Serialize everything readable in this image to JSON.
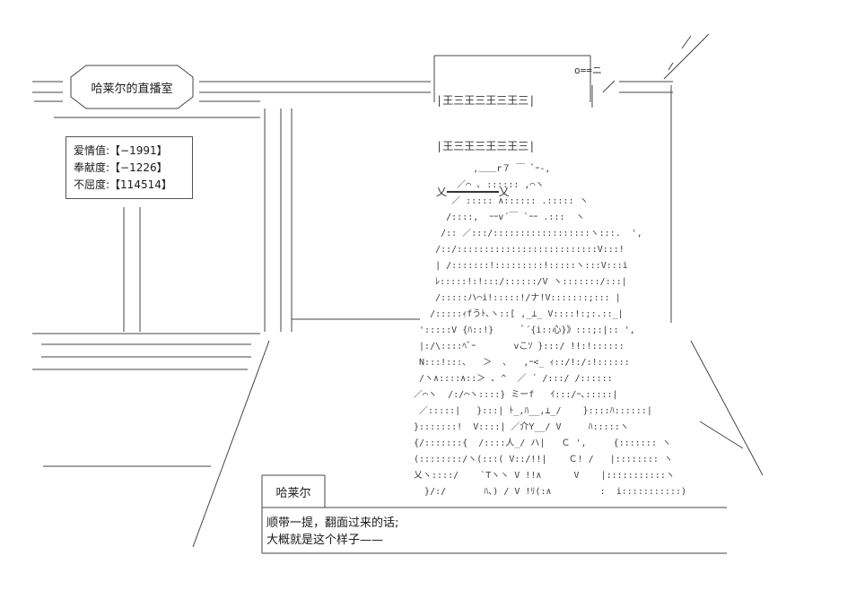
{
  "header": {
    "channel_title": "哈莱尔的直播室"
  },
  "stats": {
    "rows": [
      {
        "label": "爱情值:",
        "value": "【−1991】"
      },
      {
        "label": "奉献度:",
        "value": "【−1226】"
      },
      {
        "label": "不屈度:",
        "value": "【114514】"
      }
    ]
  },
  "dialogue": {
    "speaker": "哈莱尔",
    "lines": [
      "顺带一提，翻面过来的话;",
      "大概就是这个样子——"
    ]
  },
  "sign": {
    "row1": "|王三王三王三王三|",
    "row2": "|王三王三王三王三|",
    "row3": "乂━━━━━━━━乂",
    "side": "o==ニ"
  },
  "art": {
    "char_rows": [
      "            ,＿＿r７ ￣ ﾞｰ-,",
      "         ／⌒ ､ :::::: ,⌒ヽ",
      "        ／ ::::: ∧:::::: .::::: ヽ",
      "       /::::,  ｰｰv´￣ `ｰｰ .:::  ヽ",
      "      /:: ／:::/::::::::::::::::::ヽ:::.  ',",
      "     /::/::::::::::::::::::::::::::V:::!",
      "     | /:::::::!:::::::::!:::::ヽ:::V:::i",
      "     ﾚ:::::!:!:::/::::::/V ヽ:::::::/:::|",
      "     /:::::ハ⌒i!:::::!/ナ!V:::::::;::: |",
      "    /:::::ｨfうﾄ､ヽ::[ ,_⊥_ V::::!:;:.::_|",
      "  ':::::V {ﾊ::!}     ﾞ´{i::心}》:::;:|:: ',",
      "  |:/\\::::ﾍﾞｰ       vこｿ }:::/ !!:!::::::",
      "  N:::!:::､   ＞  ､   ,ｰ<_ ｨ::/!:/:!::::::",
      "  /ヽ∧::::∧::＞ ､ ^  ／ ´ /:::/ /::::::",
      " ／⌒ヽ  /:/⌒ヽ::::} ミーf   ｲ:::/ｰ､:::::|",
      "  ／:::::|   }:::| ﾄ_,ﾊ__,⊥_/    }::::ﾊ::::::|",
      " }:::::::!  V::::| ／介Y__/ V     ﾊ:::::ヽ",
      " {/:::::::{  /::::人_/ ハ|   Ｃ ',     {::::::: ヽ",
      " (::::::::/ヽ(:::( V::/!!|    Ｃ! /   |:::::::: ヽ",
      " 乂ヽ::::/    `Tヽヽ V !!∧      V    |:::::::::::ヽ",
      "   }/:/       ﾊ､) / V !ﾘ(:∧         :  i:::::::::::)"
    ]
  }
}
